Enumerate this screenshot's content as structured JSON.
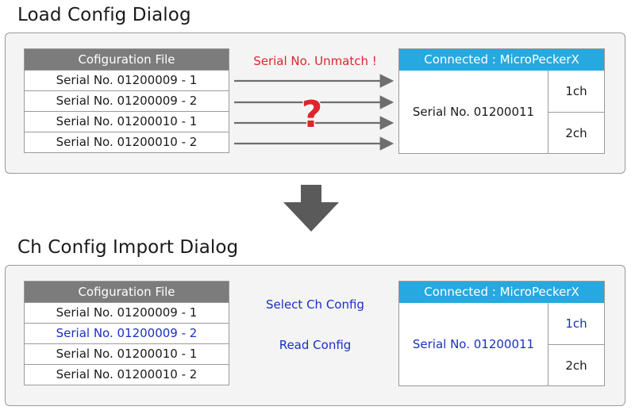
{
  "load_dialog": {
    "title": "Load Config Dialog",
    "file_table": {
      "header": "Cofiguration File",
      "rows": [
        "Serial No. 01200009 - 1",
        "Serial No. 01200009 - 2",
        "Serial No. 01200010 - 1",
        "Serial No. 01200010 - 2"
      ]
    },
    "connected": {
      "header": "Connected : MicroPeckerX",
      "serial": "Serial No. 01200011",
      "channels": [
        "1ch",
        "2ch"
      ]
    },
    "unmatch_label": "Serial No. Unmatch !",
    "question_mark": "?"
  },
  "import_dialog": {
    "title": "Ch Config Import Dialog",
    "file_table": {
      "header": "Cofiguration File",
      "rows": [
        "Serial No. 01200009 - 1",
        "Serial No. 01200009 - 2",
        "Serial No. 01200010 - 1",
        "Serial No. 01200010 - 2"
      ]
    },
    "connected": {
      "header": "Connected : MicroPeckerX",
      "serial": "Serial No. 01200011",
      "channels": [
        "1ch",
        "2ch"
      ]
    },
    "select_label": "Select Ch Config",
    "read_label": "Read Config"
  },
  "colors": {
    "table_header": "#7c7c7c",
    "connected_header": "#26a9e0",
    "unmatch_red": "#e0242c",
    "highlight_blue": "#1a2fc4",
    "arrow_gray": "#6e6e6e"
  }
}
